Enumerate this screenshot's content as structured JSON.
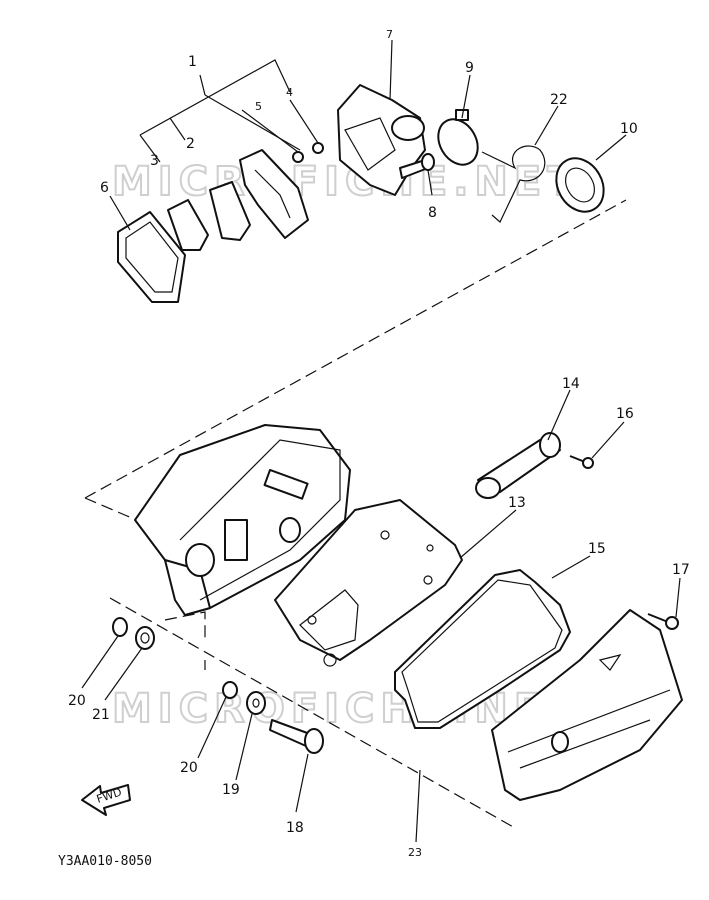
{
  "diagram_code": "Y3AA010-8050",
  "watermark": "MICROFICHE.NET",
  "fwd_label": "FWD",
  "callouts": {
    "p1": "1",
    "p2": "2",
    "p3": "3",
    "p4": "4",
    "p5": "5",
    "p6": "6",
    "p7": "7",
    "p8": "8",
    "p9": "9",
    "p10": "10",
    "p13": "13",
    "p14": "14",
    "p15": "15",
    "p16": "16",
    "p17": "17",
    "p18": "18",
    "p19": "19",
    "p20a": "20",
    "p20b": "20",
    "p21": "21",
    "p22": "22",
    "p23": "23"
  }
}
